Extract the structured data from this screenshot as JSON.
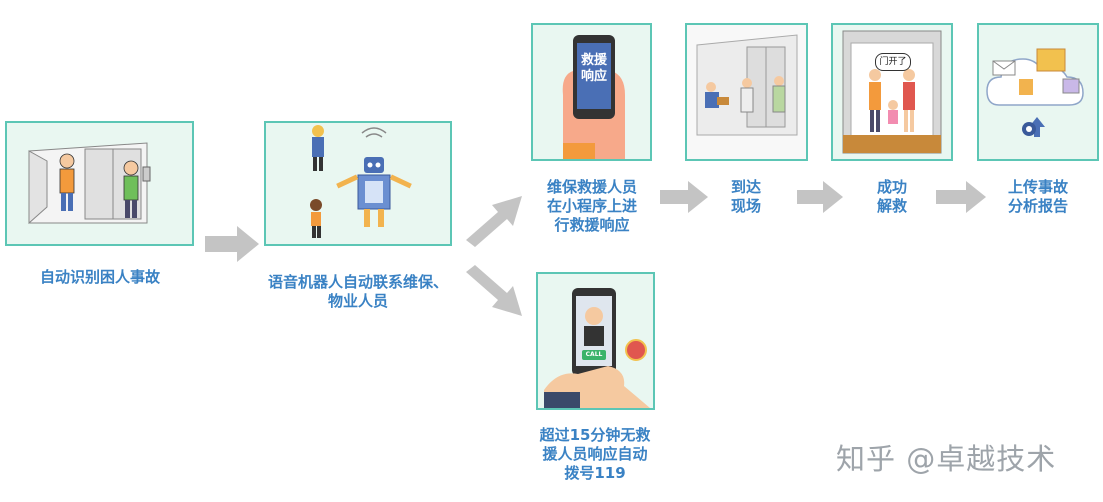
{
  "steps": {
    "identify": {
      "label": "自动识别困人事故"
    },
    "robot": {
      "label_line1": "语音机器人自动联系维保、",
      "label_line2": "物业人员"
    },
    "rescue_app": {
      "label_line1": "维保救援人员",
      "label_line2": "在小程序上进",
      "label_line3": "行救援响应",
      "screen_text_1": "救援",
      "screen_text_2": "响应"
    },
    "arrive": {
      "label_line1": "到达",
      "label_line2": "现场"
    },
    "success": {
      "label_line1": "成功",
      "label_line2": "解救",
      "bubble_text": "门开了"
    },
    "report": {
      "label_line1": "上传事故",
      "label_line2": "分析报告"
    },
    "auto_dial": {
      "label_line1": "超过15分钟无救",
      "label_line2": "援人员响应自动",
      "label_line3": "拨号119",
      "call_text": "CALL"
    }
  },
  "watermark": "知乎 @卓越技术",
  "colors": {
    "panel_border": "#5cc6b5",
    "panel_fill": "#e9f7f1",
    "caption": "#3a82c4",
    "arrow": "#c4c4c4"
  }
}
